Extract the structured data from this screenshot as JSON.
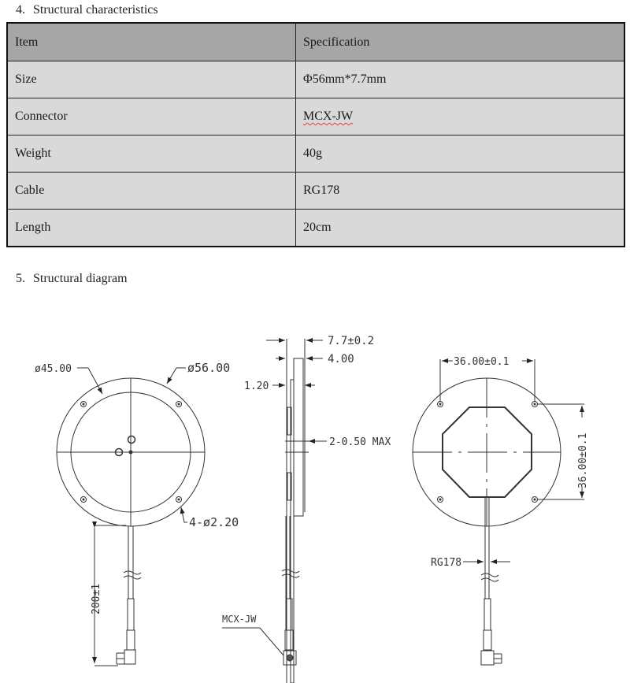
{
  "section4": {
    "number": "4.",
    "title": "Structural characteristics"
  },
  "table": {
    "headers": [
      "Item",
      "Specification"
    ],
    "rows": [
      {
        "item": "Size",
        "spec": "Φ56mm*7.7mm"
      },
      {
        "item": "Connector",
        "spec": "MCX-JW"
      },
      {
        "item": "Weight",
        "spec": "40g"
      },
      {
        "item": "Cable",
        "spec": "RG178"
      },
      {
        "item": "Length",
        "spec": "20cm"
      }
    ],
    "colors": {
      "header_bg": "#a6a6a6",
      "row_bg": "#d9d9d9",
      "border": "#222222",
      "spellcheck": "#e23b3b"
    }
  },
  "section5": {
    "number": "5.",
    "title": "Structural diagram"
  },
  "diagram": {
    "front_view": {
      "inner_diameter": "ø45.00",
      "outer_diameter": "ø56.00",
      "holes": "4-ø2.20",
      "cable_length": "200±1"
    },
    "side_view": {
      "total_thickness": "7.7±0.2",
      "body_thickness": "4.00",
      "plate_thickness": "1.20",
      "protrusion": "2-0.50 MAX",
      "connector_label": "MCX-JW"
    },
    "back_view": {
      "hole_spacing_h": "36.00±0.1",
      "hole_spacing_v": "36.00±0.1",
      "cable_label": "RG178"
    }
  }
}
